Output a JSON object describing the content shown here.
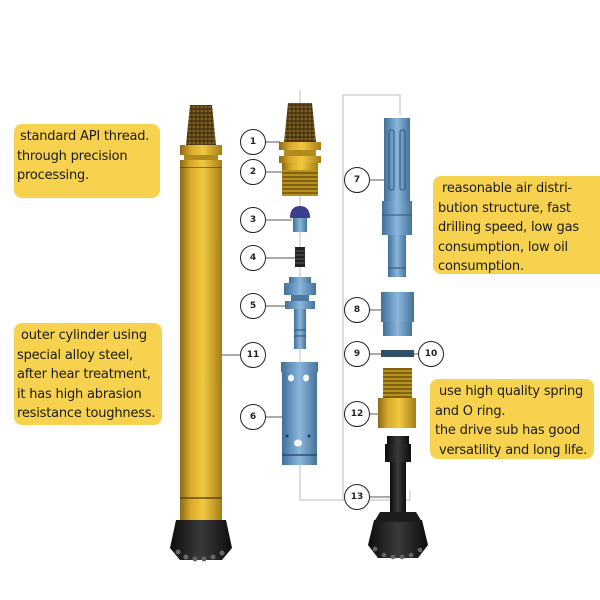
{
  "title": "DTH hammer exploded parts diagram",
  "notes": {
    "thread": [
      "standard API thread.",
      "through precision",
      "processing."
    ],
    "cylinder": [
      "outer cylinder using",
      "special alloy steel,",
      "after hear treatment,",
      "it has high abrasion",
      "resistance toughness."
    ],
    "air": [
      "reasonable air distri-",
      "bution structure, fast",
      "drilling speed, low gas",
      "consumption, low oil",
      "consumption."
    ],
    "spring": [
      "use high quality spring",
      "and O ring.",
      "the drive sub has good",
      "versatility and long life."
    ]
  },
  "callouts": [
    "1",
    "2",
    "3",
    "4",
    "5",
    "6",
    "7",
    "8",
    "9",
    "10",
    "11",
    "12",
    "13"
  ],
  "colors": {
    "note_bg": "#f7d24e",
    "gold": "#d9a824",
    "steel_blue": "#6f9cc4",
    "bit_black": "#1c1c1c",
    "leader_line": "#bdbdbd"
  }
}
